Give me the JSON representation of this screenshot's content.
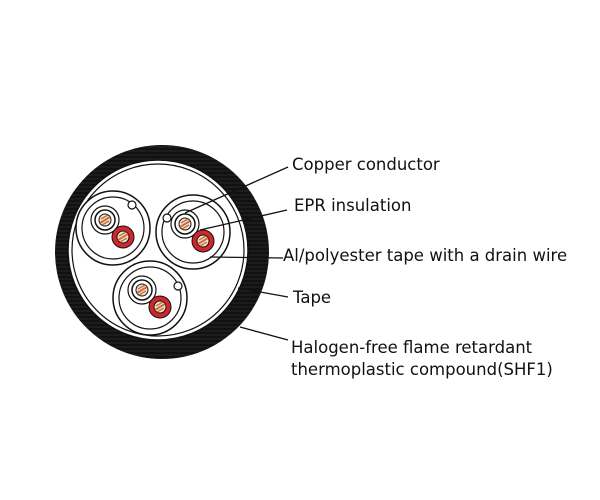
{
  "labels": {
    "copper_conductor": "Copper conductor",
    "epr_insulation": "EPR insulation",
    "al_tape": "Al/polyester tape with a drain wire",
    "tape": "Tape",
    "sheath_line1": "Halogen-free flame retardant",
    "sheath_line2": "thermoplastic compound(SHF1)"
  },
  "colors": {
    "sheath": "#111111",
    "insulation_red": "#d0262c",
    "copper": "#c8703a"
  }
}
